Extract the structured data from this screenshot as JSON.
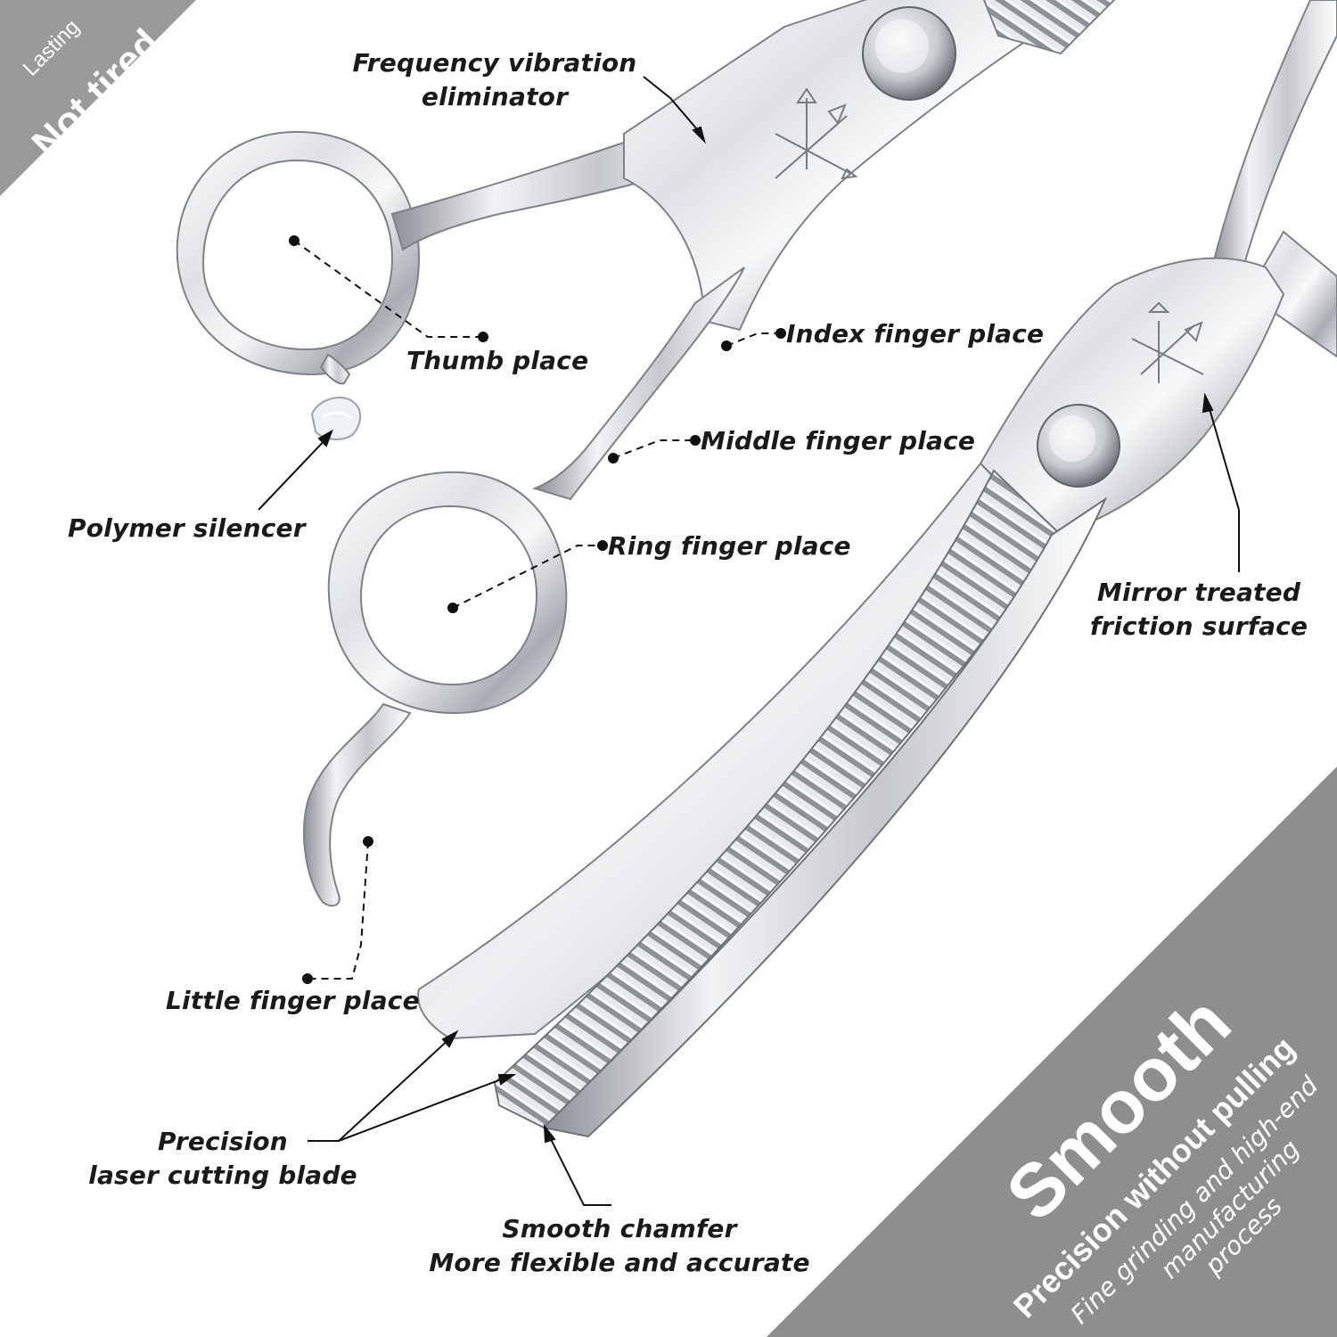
{
  "corner_top_left": {
    "line1": "Lasting",
    "line2": "Not tired",
    "background": "#9a9a9a"
  },
  "corner_bottom_right": {
    "line1": "Smooth",
    "line2": "Precision without pulling",
    "line3": "Fine grinding and high-end",
    "line4": "manufacturing",
    "line5": "process",
    "background": "#8e8e8e"
  },
  "callouts": {
    "frequency_line1": "Frequency vibration",
    "frequency_line2": "eliminator",
    "thumb": "Thumb place",
    "index": "Index finger place",
    "middle": "Middle finger place",
    "ring": "Ring finger place",
    "polymer": "Polymer silencer",
    "little": "Little finger place",
    "mirror_line1": "Mirror treated",
    "mirror_line2": "friction surface",
    "precision_line1": "Precision",
    "precision_line2": "laser cutting blade",
    "chamfer_line1": "Smooth chamfer",
    "chamfer_line2": "More flexible and accurate"
  },
  "colors": {
    "steel_light": "#f4f5f7",
    "steel_mid": "#c9ccd1",
    "steel_dark": "#6e7279",
    "text": "#1a1a1a"
  },
  "icons": {
    "logo": "arrows-logo-icon",
    "screw": "pivot-screw-icon"
  }
}
